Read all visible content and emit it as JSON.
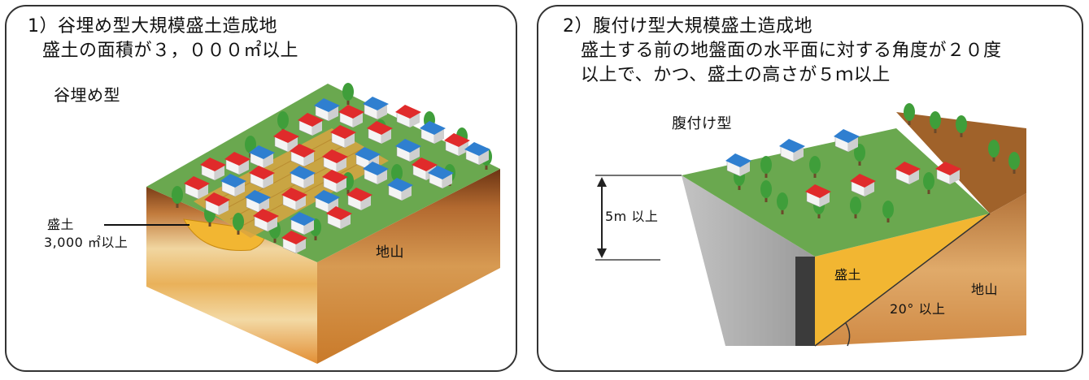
{
  "panel1": {
    "title": "1）谷埋め型大規模盛土造成地",
    "condition": "盛土の面積が３，０００㎡以上",
    "type_label": "谷埋め型",
    "fill_label": "盛土",
    "fill_area_label": "3,000 ㎡以上",
    "ground_label": "地山"
  },
  "panel2": {
    "title": "2）腹付け型大規模盛土造成地",
    "condition_line1": "盛土する前の地盤面の水平面に対する角度が２０度",
    "condition_line2": "以上で、かつ、盛土の高さが５ｍ以上",
    "type_label": "腹付け型",
    "height_label": "5m 以上",
    "fill_label": "盛土",
    "ground_label": "地山",
    "angle_label": "20° 以上"
  },
  "colors": {
    "grass": "#6aa84f",
    "fill": "#f2b632",
    "soil": "#c8894a",
    "wall": "#a9a9a9",
    "roof_red": "#e02b2b",
    "roof_blue": "#2f7fd0",
    "tree": "#3f9e3a"
  }
}
